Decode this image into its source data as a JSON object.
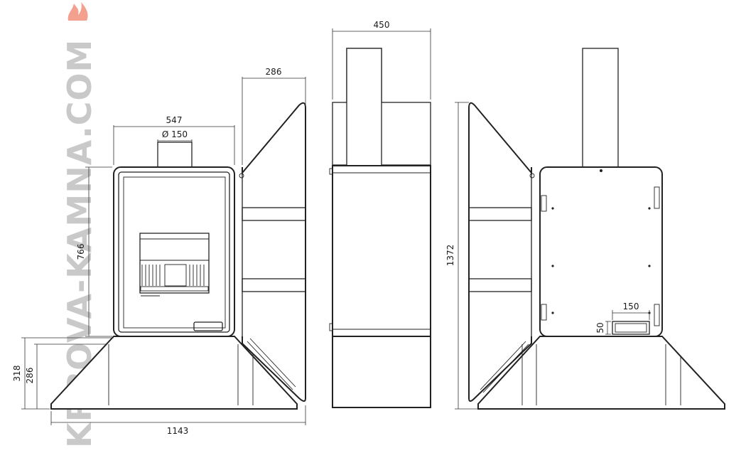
{
  "watermark": {
    "text": "KRBOVA-KAMNA.COM"
  },
  "dimensions": {
    "top_width_front": "547",
    "flue_diameter": "Ø 150",
    "door_depth": "286",
    "side_width": "450",
    "body_height": "766",
    "total_height": "1372",
    "base_height_outer": "318",
    "base_height_inner": "286",
    "base_width": "1143",
    "inlet_width": "150",
    "inlet_height": "50"
  },
  "colors": {
    "line": "#222222",
    "watermark": "#c9c9c9",
    "flame": "#f3a08e"
  }
}
